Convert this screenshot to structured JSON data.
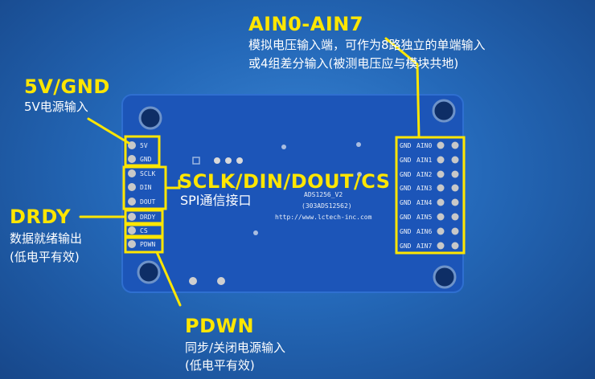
{
  "colors": {
    "board": "#1c55b8",
    "highlight": "#ffe600",
    "text": "#ffffff"
  },
  "callouts": {
    "ain": {
      "title": "AIN0-AIN7",
      "line1": "模拟电压输入端，可作为8路独立的单端输入",
      "line2": "或4组差分输入(被测电压应与模块共地)"
    },
    "power": {
      "title": "5V/GND",
      "line1": "5V电源输入"
    },
    "spi": {
      "title": "SCLK/DIN/DOUT/CS",
      "line1": "SPI通信接口"
    },
    "drdy": {
      "title": "DRDY",
      "line1": "数据就绪输出",
      "line2": "(低电平有效)"
    },
    "pdwn": {
      "title": "PDWN",
      "line1": "同步/关闭电源输入",
      "line2": "(低电平有效)"
    }
  },
  "board": {
    "model": "ADS1256_V2",
    "code": "(303ADS12562)",
    "url": "http://www.lctech-inc.com",
    "left_pins": [
      "5V",
      "GND",
      "SCLK",
      "DIN",
      "DOUT",
      "DRDY",
      "CS",
      "PDWN"
    ],
    "right_pins": [
      "AIN0",
      "AIN1",
      "AIN2",
      "AIN3",
      "AIN4",
      "AIN5",
      "AIN6",
      "AIN7"
    ],
    "right_gnd_label": "GND"
  }
}
